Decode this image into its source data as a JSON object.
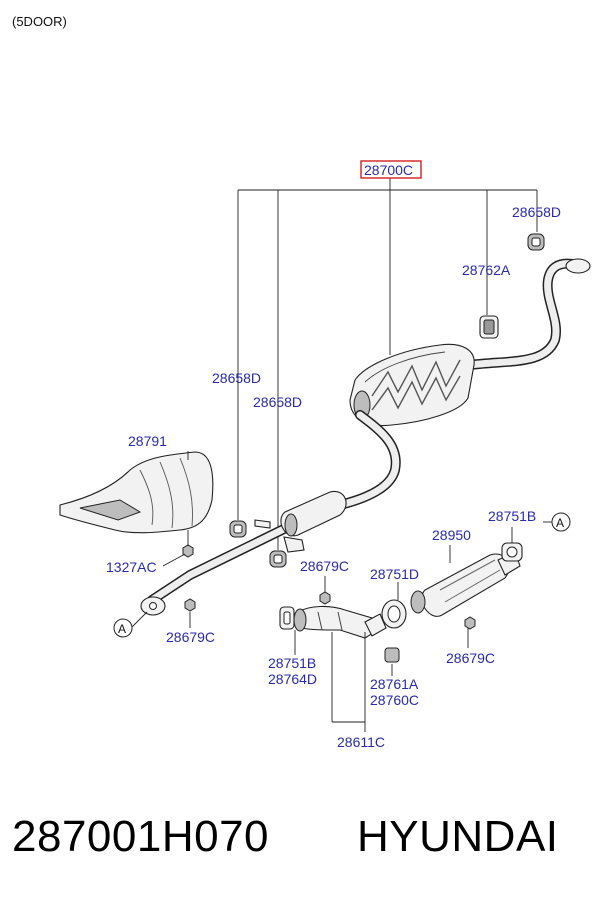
{
  "header": {
    "variant": "(5DOOR)"
  },
  "main_label": "28700C",
  "labels": {
    "l28658D_top": "28658D",
    "l28762A": "28762A",
    "l28658D_mid1": "28658D",
    "l28658D_mid2": "28658D",
    "l28791": "28791",
    "l1327AC": "1327AC",
    "l28679C_left": "28679C",
    "l28679C_mid": "28679C",
    "l28751B_right": "28751B",
    "l28950": "28950",
    "l28751D": "28751D",
    "l28679C_right": "28679C",
    "l28751B_left": "28751B",
    "l28764D": "28764D",
    "l28761A": "28761A",
    "l28760C": "28760C",
    "l28611C": "28611C"
  },
  "refs": {
    "left": "A",
    "right": "A"
  },
  "footer": {
    "part_number": "287001H070",
    "brand": "HYUNDAI"
  },
  "colors": {
    "label": "#2a2aa8",
    "highlight": "#d42020"
  }
}
